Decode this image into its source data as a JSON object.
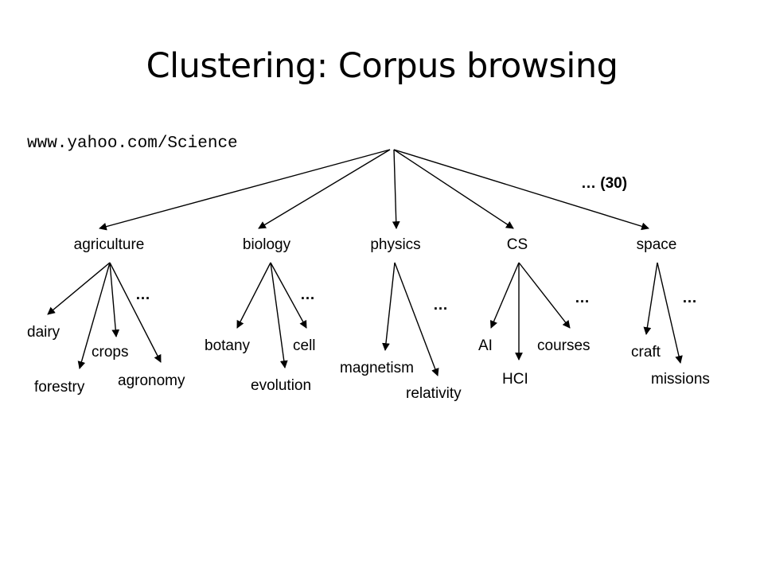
{
  "title": "Clustering: Corpus browsing",
  "root_url": "www.yahoo.com/Science",
  "more_top": "… (30)",
  "ellipsis": "…",
  "categories": [
    {
      "label": "agriculture",
      "children": [
        "dairy",
        "crops",
        "forestry",
        "agronomy"
      ]
    },
    {
      "label": "biology",
      "children": [
        "botany",
        "cell",
        "evolution"
      ]
    },
    {
      "label": "physics",
      "children": [
        "magnetism",
        "relativity"
      ]
    },
    {
      "label": "CS",
      "children": [
        "AI",
        "courses",
        "HCI"
      ]
    },
    {
      "label": "space",
      "children": [
        "craft",
        "missions"
      ]
    }
  ]
}
